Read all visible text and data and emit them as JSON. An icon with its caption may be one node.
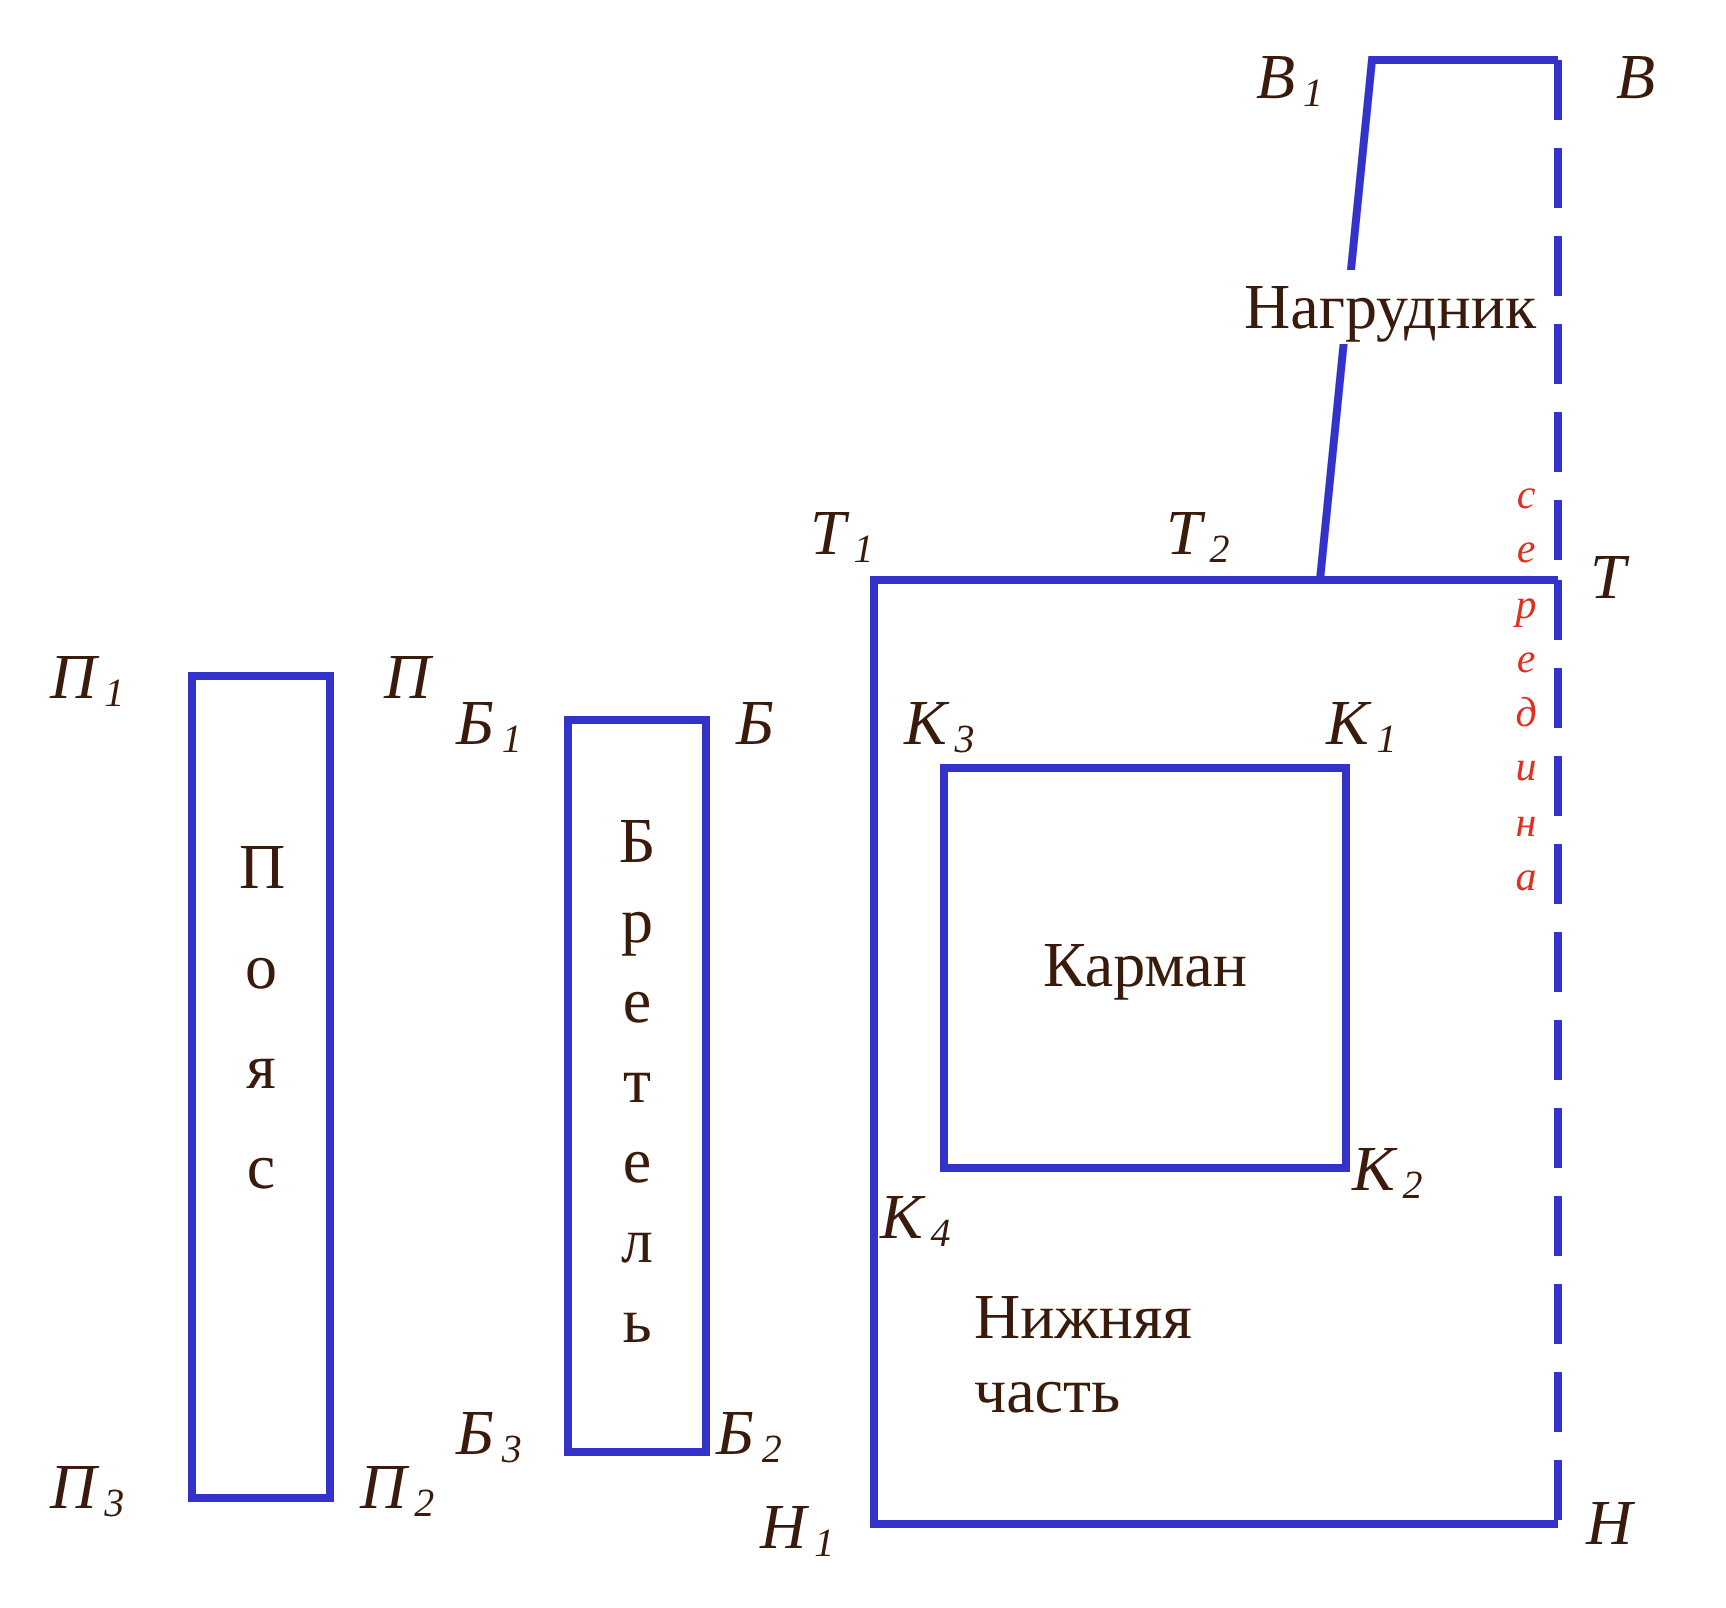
{
  "diagram": {
    "nodes": [
      {
        "text": [
          "Пояс"
        ]
      },
      {
        "text": [
          "Бретель"
        ]
      },
      {
        "text": [
          "Нижняя часть"
        ]
      },
      {
        "text": [
          "Карман"
        ],
        "in": 2
      },
      {
        "text": [
          "Нагрудник"
        ]
      }
    ],
    "edges": [],
    "labels": [
      "П$_{1}$",
      "П",
      "В$_{1}$",
      "В",
      "Т$_{1}$",
      "Т$_{2}$",
      "Т",
      "Б$_{1}$",
      "Б",
      "К$_{3}$",
      "К$_{1}$",
      "К$_{2}$",
      "К$_{4}$",
      "П$_{3}$",
      "П$_{2}$",
      "Б$_{3}$",
      "Б$_{2}$",
      "Н$_{1}$",
      "Н",
      "середина"
    ]
  }
}
